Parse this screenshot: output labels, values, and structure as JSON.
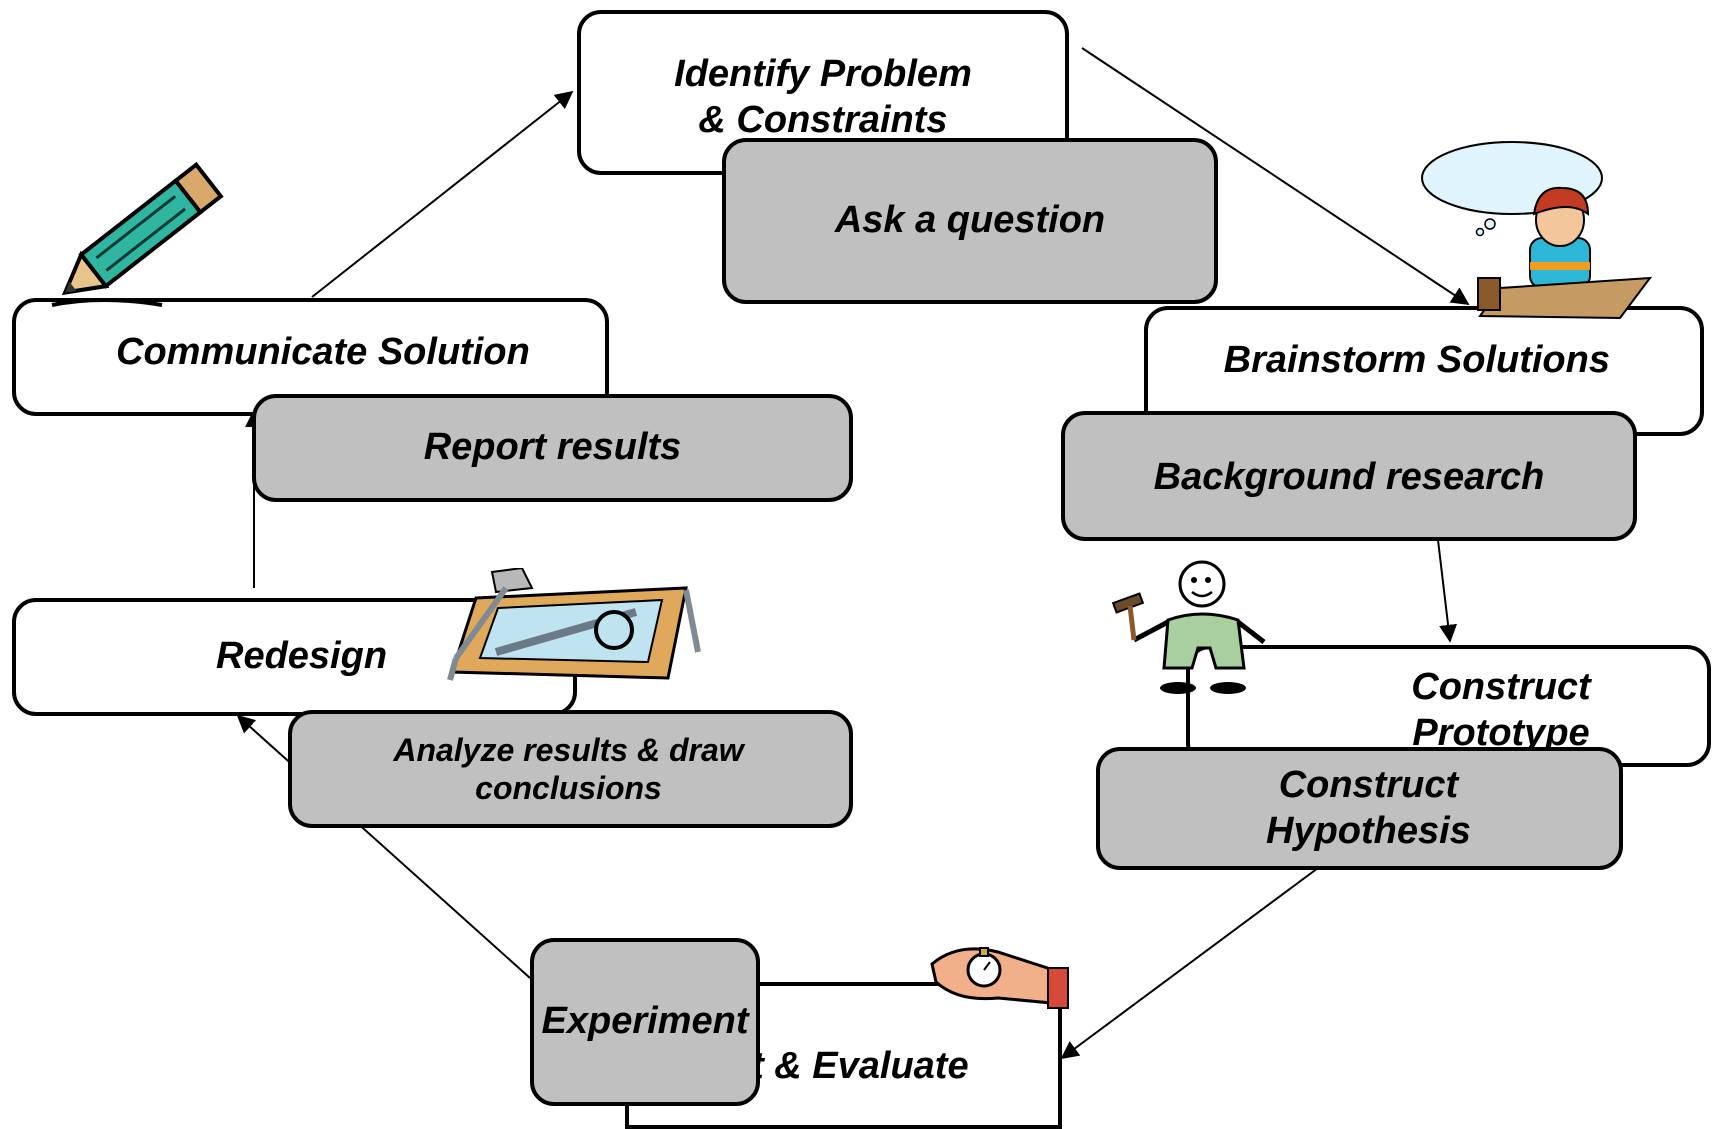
{
  "engineering_steps": {
    "identify": "Identify Problem\n& Constraints",
    "brainstorm": "Brainstorm Solutions",
    "construct_prototype": "Construct\nPrototype",
    "test_evaluate": "Test & Evaluate",
    "redesign": "Redesign",
    "communicate": "Communicate Solution"
  },
  "science_steps": {
    "ask_question": "Ask a question",
    "background_research": "Background research",
    "construct_hypothesis": "Construct\nHypothesis",
    "experiment": "Experiment",
    "analyze": "Analyze results & draw\nconclusions",
    "report": "Report results"
  },
  "colors": {
    "engineering_fill": "#ffffff",
    "science_fill": "#c0c0c0",
    "stroke": "#000000"
  },
  "icons": [
    "pencil-ruler-icon",
    "thinking-student-icon",
    "handyman-icon",
    "stopwatch-hand-icon",
    "drafting-table-icon"
  ]
}
